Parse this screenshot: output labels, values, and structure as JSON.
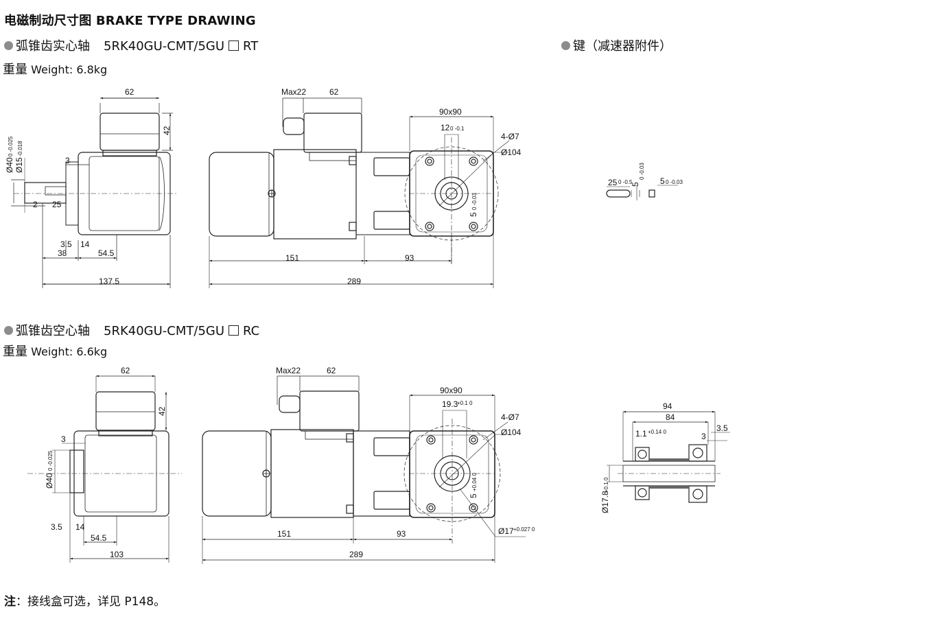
{
  "title": "电磁制动尺寸图 BRAKE TYPE DRAWING",
  "section1": {
    "name": "弧锥齿实心轴",
    "model_prefix": "5RK40GU-CMT/5GU",
    "model_suffix": "RT",
    "weight_zh": "重量",
    "weight_en": "Weight: 6.8kg"
  },
  "section2": {
    "name": "弧锥齿空心轴",
    "model_prefix": "5RK40GU-CMT/5GU",
    "model_suffix": "RC",
    "weight_zh": "重量",
    "weight_en": "Weight: 6.6kg"
  },
  "key_section": {
    "name": "键（减速器附件）"
  },
  "note": {
    "label": "注",
    "text": "：接线盒可选，详见 P148。"
  },
  "dims_top": {
    "side_62": "62",
    "side_42": "42",
    "shaft_d40": "Ø40",
    "shaft_d40_tol": "0 -0.025",
    "shaft_d15": "Ø15",
    "shaft_d15_tol": "-0.018",
    "d3": "3",
    "d2": "2",
    "d25": "25",
    "d3_5": "3.5",
    "d14": "14",
    "d38": "38",
    "d54_5": "54.5",
    "d137_5": "137.5",
    "max22": "Max22",
    "front_62": "62",
    "d151": "151",
    "d93": "93",
    "d289": "289",
    "d90x90": "90x90",
    "d12": "12",
    "d12_tol": "0 -0.1",
    "holes": "4-Ø7",
    "d104": "Ø104",
    "d5": "5",
    "d5_tol": "0 -0.03"
  },
  "dims_key": {
    "d25": "25",
    "d25_tol": "0 -0.5",
    "d5a": "5",
    "d5a_tol": "0 -0.03",
    "d5b": "5",
    "d5b_tol": "0 -0.03"
  },
  "dims_bottom": {
    "side_62": "62",
    "side_42": "42",
    "d3": "3",
    "d40": "Ø40",
    "d40_tol": "0 -0.025",
    "d3_5": "3.5",
    "d14": "14",
    "d54_5": "54.5",
    "d103": "103",
    "max22": "Max22",
    "front_62": "62",
    "d151": "151",
    "d93": "93",
    "d289": "289",
    "d90x90": "90x90",
    "d19_3": "19.3",
    "d19_3_tol": "+0.1 0",
    "holes": "4-Ø7",
    "d104": "Ø104",
    "d5": "5",
    "d5_tol": "+0.04 0",
    "d17": "Ø17",
    "d17_tol": "+0.027 0"
  },
  "dims_hollow": {
    "d94": "94",
    "d84": "84",
    "d1_1": "1.1",
    "d1_1_tol": "+0.14 0",
    "d3": "3",
    "d3_5": "3.5",
    "d17_8": "Ø17.8",
    "d17_8_tol": "+0.1 0"
  }
}
